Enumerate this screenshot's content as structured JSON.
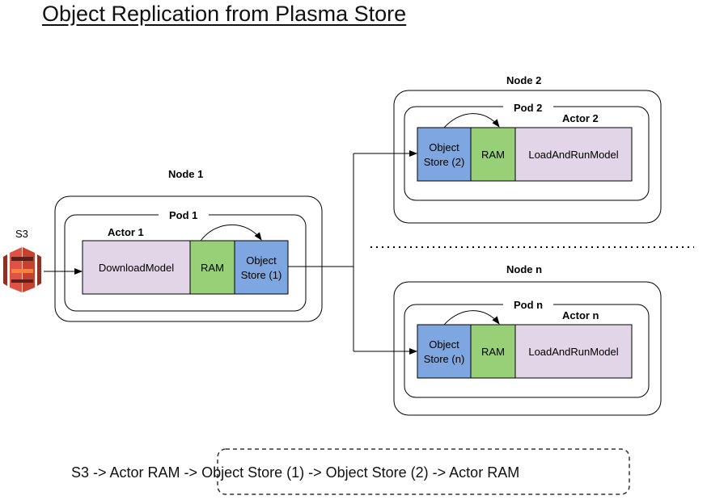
{
  "title": "Object Replication from Plasma Store",
  "source": {
    "label": "S3",
    "icon": "aws-s3-bucket-icon",
    "color": "#e05243"
  },
  "node1": {
    "label": "Node 1",
    "pod": "Pod 1",
    "actor": "Actor 1",
    "download": "DownloadModel",
    "ram": "RAM",
    "store_line1": "Object",
    "store_line2": "Store (1)"
  },
  "node2": {
    "label": "Node 2",
    "pod": "Pod 2",
    "actor": "Actor 2",
    "store_line1": "Object",
    "store_line2": "Store (2)",
    "ram": "RAM",
    "model": "LoadAndRunModel"
  },
  "noden": {
    "label": "Node n",
    "pod": "Pod n",
    "actor": "Actor n",
    "store_line1": "Object",
    "store_line2": "Store (n)",
    "ram": "RAM",
    "model": "LoadAndRunModel"
  },
  "flow": {
    "prefix": "S3 -> Actor RAM -> ",
    "highlighted": "Object Store (1) -> Object Store (2) -> Actor RAM"
  },
  "colors": {
    "actor_fill": "#e1d5e7",
    "ram_fill": "#97d077",
    "store_fill": "#7ea6e0"
  }
}
